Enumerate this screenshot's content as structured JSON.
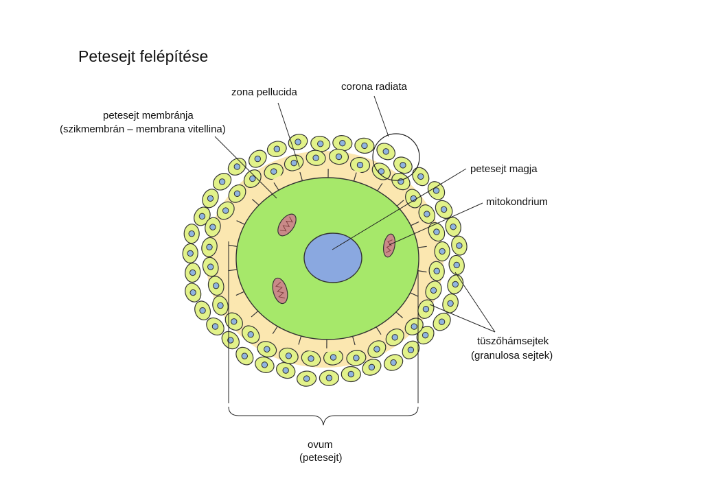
{
  "title": "Petesejt felépítése",
  "labels": {
    "zona_pellucida": "zona pellucida",
    "corona_radiata": "corona radiata",
    "membrane_line1": "petesejt membránja",
    "membrane_line2": "(szikmembrán – membrana vitellina)",
    "nucleus": "petesejt magja",
    "mitochondrion": "mitokondrium",
    "follicle_line1": "tüszőhámsejtek",
    "follicle_line2": "(granulosa sejtek)",
    "ovum_line1": "ovum",
    "ovum_line2": "(petesejt)"
  },
  "colors": {
    "cytoplasm": "#a6e86a",
    "zona": "#fbe7b0",
    "follicle_cell": "#e2f28a",
    "follicle_nucleus": "#8fb4e0",
    "nucleus": "#8aa8e0",
    "mitochondrion": "#c98a88",
    "outline": "#333333"
  }
}
